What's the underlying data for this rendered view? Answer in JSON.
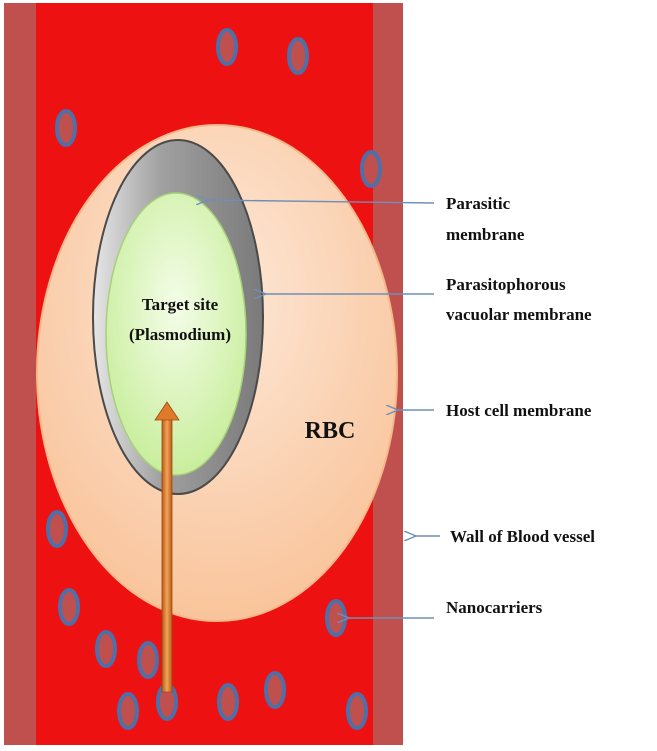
{
  "labels": {
    "parasitic_membrane_line1": "Parasitic",
    "parasitic_membrane_line2": "membrane",
    "pvm_line1": "Parasitophorous",
    "pvm_line2": "vacuolar membrane",
    "host_cell_membrane": "Host cell membrane",
    "wall_of_blood_vessel": "Wall of Blood vessel",
    "nanocarriers": "Nanocarriers",
    "target_site_line1": "Target site",
    "target_site_line2": "(Plasmodium)",
    "rbc": "RBC"
  },
  "colors": {
    "blood": "#ee1111",
    "vessel_wall": "#c0504d",
    "rbc_fill": "#fbd5b5",
    "pvm_grey": "#a6a6a6",
    "plasmodium_green": "#d7f4b3",
    "nanocarrier_fill": "#c0504d",
    "nanocarrier_stroke": "#4f6fa8",
    "delivery_arrow": "#e07a2a",
    "callout_arrow": "#6f8fb8"
  }
}
